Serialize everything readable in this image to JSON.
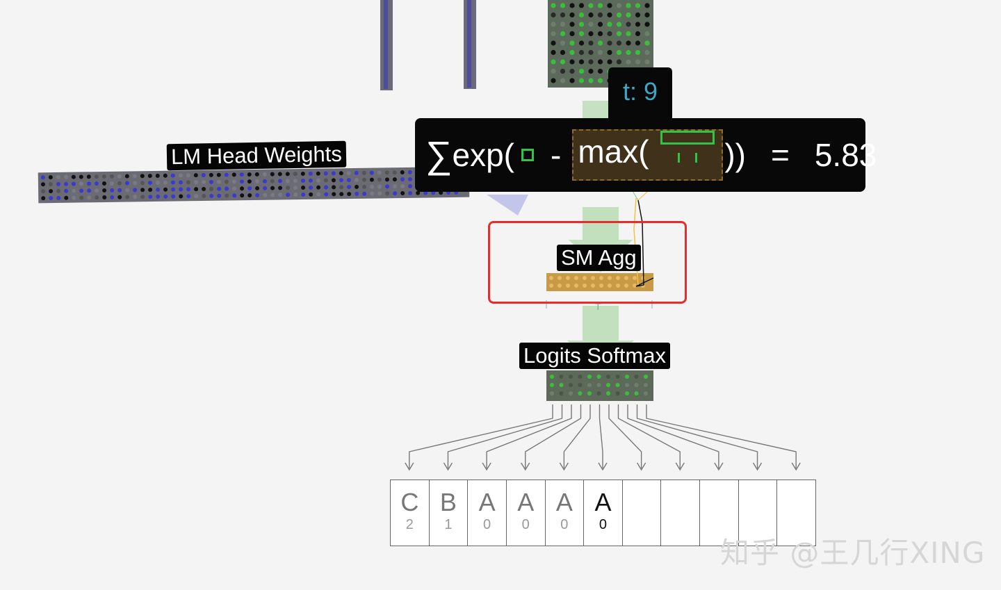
{
  "blocks": {
    "lm_head_label": "LM Head Weights",
    "sm_agg_label": "SM Agg",
    "logits_softmax_label": "Logits Softmax"
  },
  "tooltip": {
    "tab": "t: 9",
    "sum_symbol": "∑",
    "exp_open": "exp(",
    "minus": "-",
    "max_open": "max(",
    "closing": "))",
    "equals": "=",
    "result": "5.83"
  },
  "output_tokens": [
    {
      "token": "C",
      "index": "2"
    },
    {
      "token": "B",
      "index": "1"
    },
    {
      "token": "A",
      "index": "0"
    },
    {
      "token": "A",
      "index": "0"
    },
    {
      "token": "A",
      "index": "0"
    },
    {
      "token": "A",
      "index": "0"
    },
    {
      "token": "",
      "index": ""
    },
    {
      "token": "",
      "index": ""
    },
    {
      "token": "",
      "index": ""
    },
    {
      "token": "",
      "index": ""
    },
    {
      "token": "",
      "index": ""
    }
  ],
  "watermark": "知乎 @王几行XING",
  "colors": {
    "highlight": "#e52d2d",
    "tab_text": "#3fa7c5",
    "formula_green": "#33c24a",
    "agg_orange": "#c89a45"
  }
}
